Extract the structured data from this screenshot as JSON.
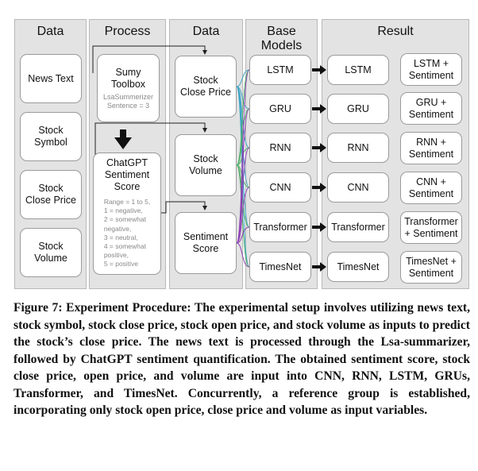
{
  "columns": {
    "data1": "Data",
    "process": "Process",
    "data2": "Data",
    "base_models": "Base\nModels",
    "result": "Result"
  },
  "inputs": {
    "news_text": "News Text",
    "stock_symbol": "Stock\nSymbol",
    "stock_close_price": "Stock\nClose Price",
    "stock_volume": "Stock\nVolume"
  },
  "process": {
    "sumy_title": "Sumy\nToolbox",
    "sumy_detail_1": "LsaSummerizer",
    "sumy_detail_2": "Sentence = 3",
    "chatgpt_title": "ChatGPT\nSentiment\nScore",
    "score_range": [
      "Range = 1 to 5,",
      "1 = negative,",
      "2 = somewhat",
      "negative,",
      "3 = neutral,",
      "4 = somewhat",
      "positive,",
      "5 = positive"
    ]
  },
  "data2": {
    "stock_close_price": "Stock\nClose Price",
    "stock_volume": "Stock\nVolume",
    "sentiment_score": "Sentiment\nScore"
  },
  "base_models": [
    "LSTM",
    "GRU",
    "RNN",
    "CNN",
    "Transformer",
    "TimesNet"
  ],
  "result_models": [
    "LSTM",
    "GRU",
    "RNN",
    "CNN",
    "Transformer",
    "TimesNet"
  ],
  "result_sentiment": [
    "LSTM +\nSentiment",
    "GRU +\nSentiment",
    "RNN +\nSentiment",
    "CNN +\nSentiment",
    "Transformer\n+ Sentiment",
    "TimesNet +\nSentiment"
  ],
  "caption": "Figure 7: Experiment Procedure: The experimental setup involves utilizing news text, stock symbol, stock close price, stock open price, and stock volume as inputs to predict the stock’s close price. The news text is processed through the Lsa-summarizer, followed by ChatGPT sentiment quantification. The obtained sentiment score, stock close price, open price, and volume are input into CNN, RNN, LSTM, GRUs, Transformer, and TimesNet. Concurrently, a reference group is established, incorporating only stock open price, close price and volume as input variables.",
  "colors": {
    "column_bg": "#e3e3e3",
    "close_price_lines": "#3aa4c6",
    "volume_lines": "#4dae64",
    "sentiment_lines": "#8e3fb5"
  }
}
